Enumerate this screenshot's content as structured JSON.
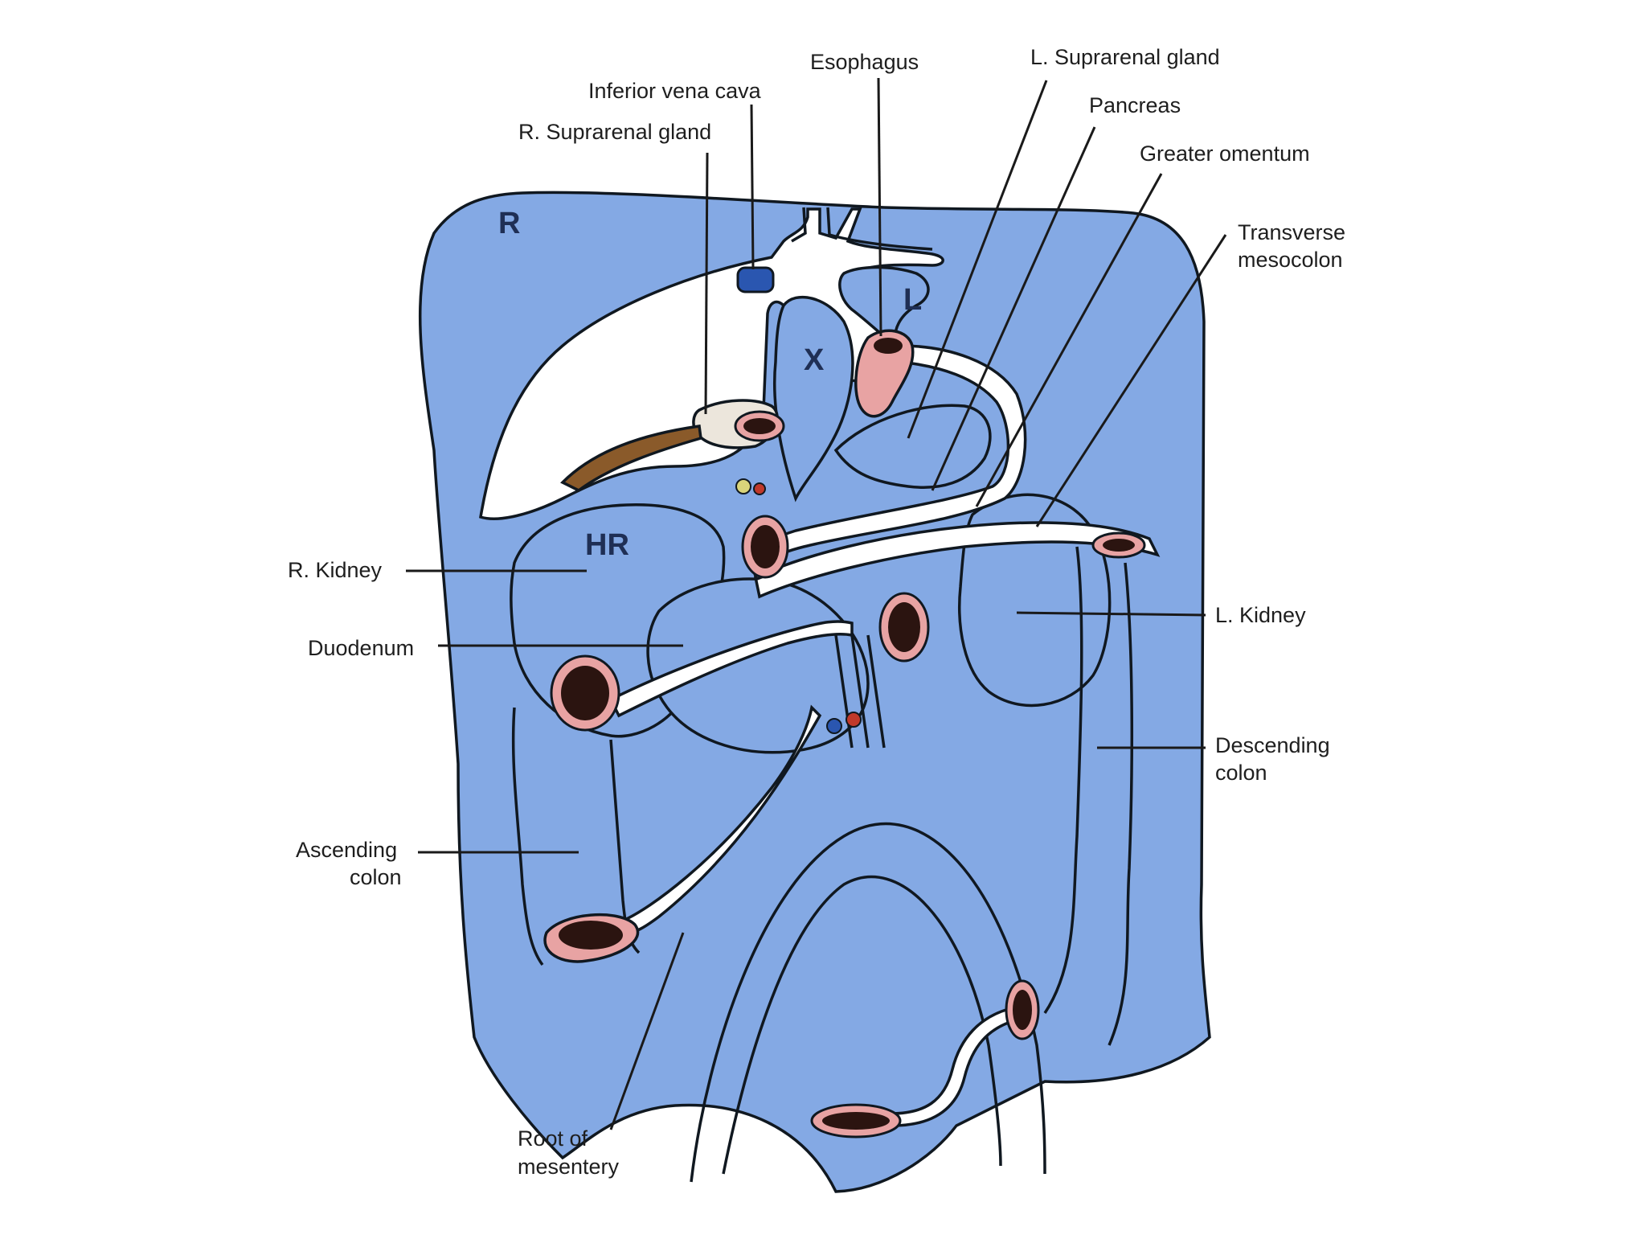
{
  "labels": {
    "esophagus": "Esophagus",
    "l_suprarenal": "L. Suprarenal gland",
    "ivc": "Inferior vena cava",
    "pancreas": "Pancreas",
    "r_suprarenal": "R. Suprarenal gland",
    "greater_omentum": "Greater omentum",
    "transverse_mesocolon_1": "Transverse",
    "transverse_mesocolon_2": "mesocolon",
    "r_kidney": "R. Kidney",
    "l_kidney": "L. Kidney",
    "duodenum": "Duodenum",
    "descending_colon_1": "Descending",
    "descending_colon_2": "colon",
    "ascending_colon_1": "Ascending",
    "ascending_colon_2": "colon",
    "root_mesentery_1": "Root of",
    "root_mesentery_2": "mesentery"
  },
  "regions": {
    "r": "R",
    "l": "L",
    "x": "X",
    "hr": "HR"
  },
  "colors": {
    "peritoneum": "#84a9e4",
    "outline": "#101820",
    "cavity": "#ffffff",
    "gut_wall": "#e8a3a3",
    "gut_lumen": "#2b1410",
    "liver_bare": "#8a5a2a",
    "ivc": "#2a56b0"
  }
}
